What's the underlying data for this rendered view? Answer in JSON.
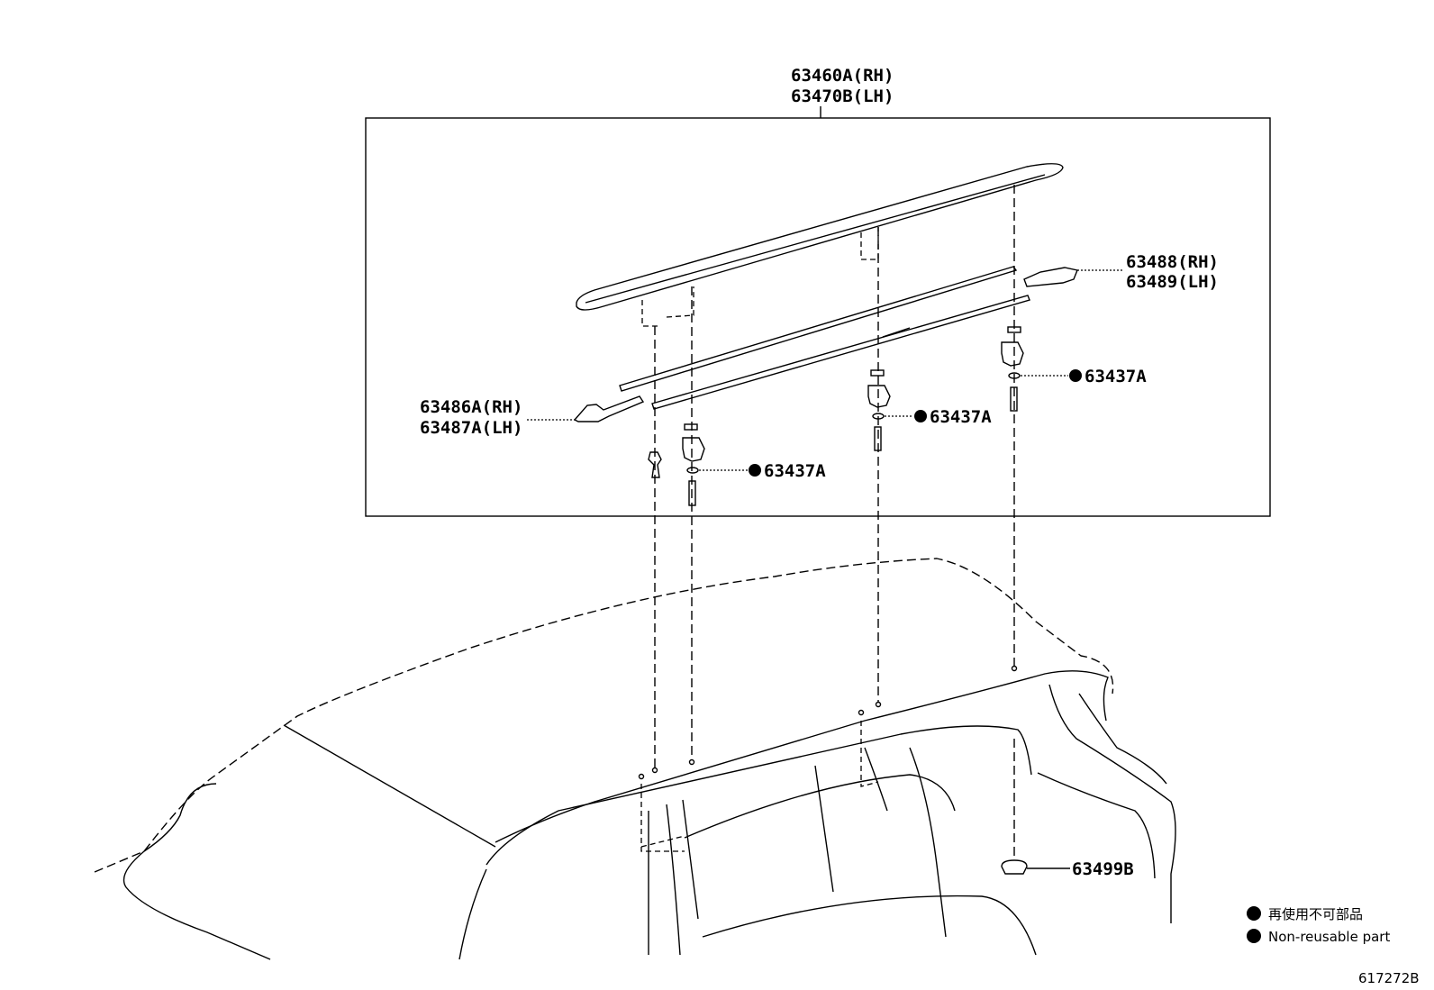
{
  "parts": {
    "rail_assembly": {
      "rh": "63460A(RH)",
      "lh": "63470B(LH)"
    },
    "rear_cover": {
      "rh": "63488(RH)",
      "lh": "63489(LH)"
    },
    "front_cover": {
      "rh": "63486A(RH)",
      "lh": "63487A(LH)"
    },
    "washer_1": "63437A",
    "washer_2": "63437A",
    "washer_3": "63437A",
    "nut": "63499B"
  },
  "legend": {
    "jp": "再使用不可部品",
    "en": "Non-reusable part"
  },
  "diagram_code": "617272B"
}
